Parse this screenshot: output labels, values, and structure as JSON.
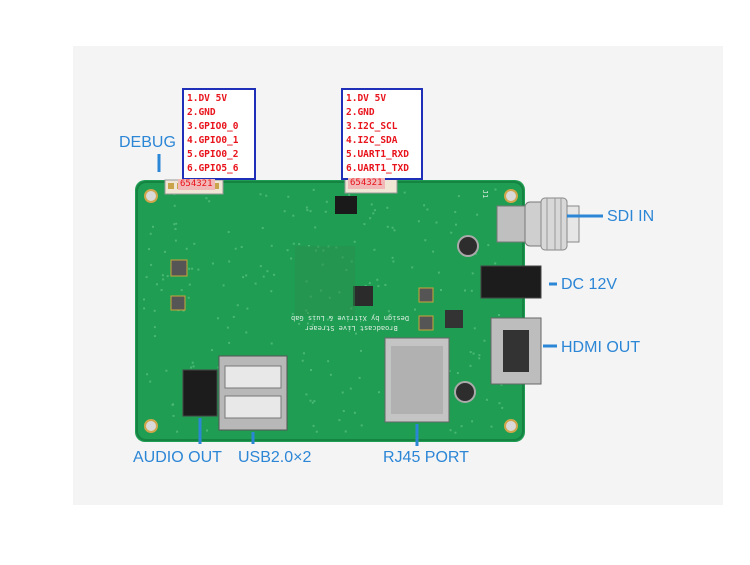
{
  "debug_pins": [
    "1.DV 5V",
    "2.GND",
    "3.GPIO0_0",
    "4.GPIO0_1",
    "5.GPIO0_2",
    "6.GPIO5_6"
  ],
  "uart_pins": [
    "1.DV 5V",
    "2.GND",
    "3.I2C_SCL",
    "4.I2C_SDA",
    "5.UART1_RXD",
    "6.UART1_TXD"
  ],
  "header_numbers": {
    "debug": "654321",
    "uart": "654321"
  },
  "labels": {
    "debug": "DEBUG",
    "sdi_in": "SDI IN",
    "dc": "DC 12V",
    "hdmi_out": "HDMI OUT",
    "audio_out": "AUDIO OUT",
    "usb": "USB2.0×2",
    "rj45": "RJ45 PORT"
  },
  "silkscreen": {
    "line1": "Broadcast Live Streaer",
    "line2": "Design by Xitrive & Luis Gab",
    "j1": "J1"
  },
  "colors": {
    "board": "#1f9d52",
    "label": "#2c86d6",
    "pin_text": "#e8131b",
    "pin_border": "#1f2fb8"
  }
}
